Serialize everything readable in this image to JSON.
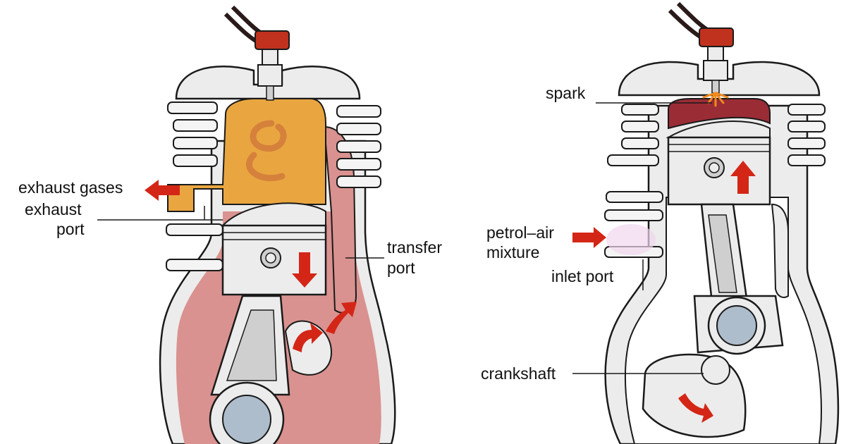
{
  "colors": {
    "outline": "#1a1a1a",
    "metal": "#ececec",
    "metal_shade": "#cfcfcf",
    "fins": "#f4f4f4",
    "combustion": "#e9a640",
    "combustion_swirl": "#c86a3a",
    "mixture_left": "#d9928f",
    "mixture_pale": "#e8b2b0",
    "spark_charge": "#9a2c36",
    "arrow": "#d42617",
    "crank_pin": "#aebdcc",
    "plug_wire": "#2a1a1a",
    "plug_cap": "#c0321e",
    "mixture_haze": "#f1d5ee"
  },
  "left_diagram": {
    "labels": {
      "exhaust_gases": "exhaust gases",
      "exhaust_port_line1": "exhaust",
      "exhaust_port_line2": "port",
      "transfer_port_line1": "transfer",
      "transfer_port_line2": "port"
    },
    "arrows": {
      "exhaust": "arrow-left-icon",
      "piston": "arrow-down-icon",
      "transfer_1": "arrow-up-right-icon",
      "transfer_2": "arrow-curved-icon"
    }
  },
  "right_diagram": {
    "labels": {
      "spark": "spark",
      "petrol_air_line1": "petrol–air",
      "petrol_air_line2": "mixture",
      "inlet_port": "inlet port",
      "crankshaft": "crankshaft"
    },
    "arrows": {
      "inlet": "arrow-right-icon",
      "piston": "arrow-up-icon",
      "crank": "arrow-curved-icon"
    }
  }
}
